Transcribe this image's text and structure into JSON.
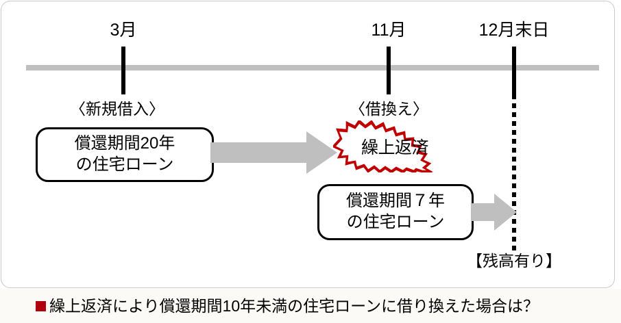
{
  "figure": {
    "timeline": {
      "ticks": [
        {
          "name": "march",
          "label": "3月"
        },
        {
          "name": "november",
          "label": "11月"
        },
        {
          "name": "december-end",
          "label": "12月末日"
        }
      ]
    },
    "captions": {
      "new_borrowing": "〈新規借入〉",
      "refinance": "〈借換え〉"
    },
    "boxes": [
      {
        "name": "loan-20y",
        "line1": "償還期間20年",
        "line2": "の住宅ローン"
      },
      {
        "name": "loan-7y",
        "line1": "償還期間７年",
        "line2": "の住宅ローン"
      }
    ],
    "burst": {
      "label": "繰上返済",
      "outline_color": "#c00000"
    },
    "balance_note": "【残高有り】",
    "arrow_color": "#bfbfbf",
    "timeline_color": "#bfbfbf"
  },
  "caption": {
    "bullet_color": "#b00010",
    "text": "繰上返済により償還期間10年未満の住宅ローンに借り換えた場合は？"
  }
}
